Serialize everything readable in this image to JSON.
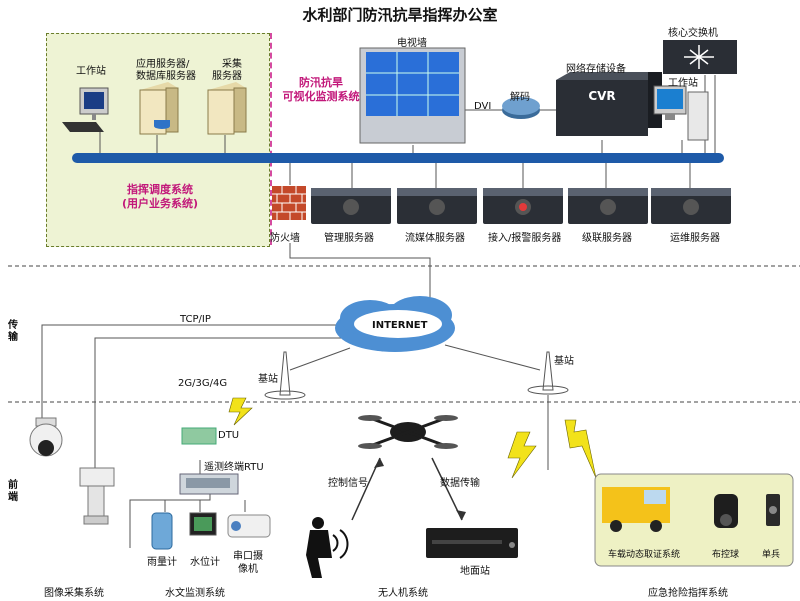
{
  "title": "水利部门防汛抗旱指挥办公室",
  "dispatch": {
    "workstation": "工作站",
    "app_db_server_l1": "应用服务器/",
    "app_db_server_l2": "数据库服务器",
    "collect_server_l1": "采集",
    "collect_server_l2": "服务器",
    "system_l1": "指挥调度系统",
    "system_l2": "(用户业务系统)"
  },
  "monitor_system": {
    "l1": "防汛抗旱",
    "l2": "可视化监测系统"
  },
  "tv_wall": "电视墙",
  "dvi": "DVI",
  "decode": "解码",
  "nvr": {
    "label": "网络存储设备",
    "badge": "CVR"
  },
  "core_switch": "核心交换机",
  "workstation2": "工作站",
  "servers": [
    "防火墙",
    "管理服务器",
    "流媒体服务器",
    "接入/报警服务器",
    "级联服务器",
    "运维服务器"
  ],
  "internet": "INTERNET",
  "tcp_ip": "TCP/IP",
  "g234": "2G/3G/4G",
  "base_station": "基站",
  "base_station2": "基站",
  "side_transmission": "传输",
  "side_frontend": "前端",
  "hydro": {
    "dtu": "DTU",
    "rtu": "遥测终端RTU",
    "rain": "雨量计",
    "water": "水位计",
    "camera_l1": "串口摄",
    "camera_l2": "像机"
  },
  "uav": {
    "control": "控制信号",
    "data": "数据传输",
    "ground": "地面站"
  },
  "emergency": {
    "vehicle": "车载动态取证系统",
    "ball": "布控球",
    "soldier": "单兵"
  },
  "bottom": [
    "图像采集系统",
    "水文监测系统",
    "无人机系统",
    "应急抢险指挥系统"
  ]
}
